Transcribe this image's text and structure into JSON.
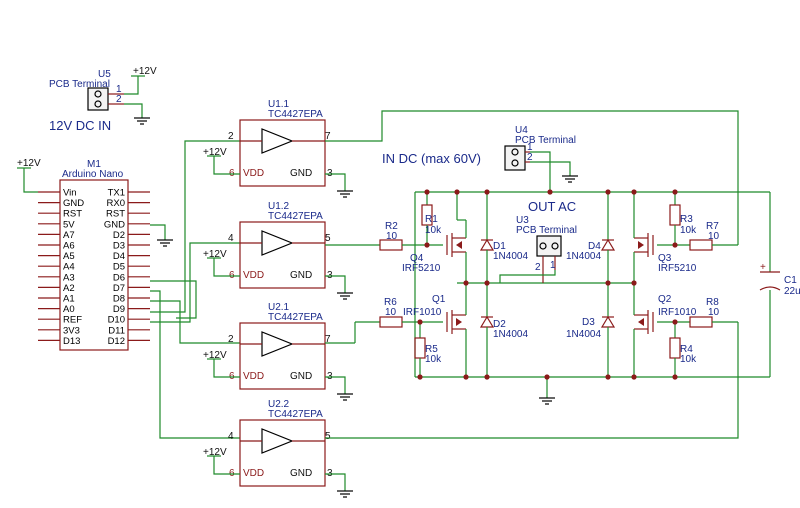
{
  "power": {
    "vcc": "+12V"
  },
  "m1": {
    "ref": "M1",
    "name": "Arduino Nano",
    "left_pins": [
      "Vin",
      "GND",
      "RST",
      "5V",
      "A7",
      "A6",
      "A5",
      "A4",
      "A3",
      "A2",
      "A1",
      "A0",
      "REF",
      "3V3",
      "D13"
    ],
    "right_pins": [
      "TX1",
      "RX0",
      "RST",
      "GND",
      "D2",
      "D3",
      "D4",
      "D5",
      "D6",
      "D7",
      "D8",
      "D9",
      "D10",
      "D11",
      "D12"
    ]
  },
  "u5": {
    "ref": "U5",
    "name": "PCB Terminal",
    "pin1": "1",
    "pin2": "2",
    "label": "12V DC IN"
  },
  "u4": {
    "ref": "U4",
    "name": "PCB Terminal",
    "pin1": "1",
    "pin2": "2",
    "label": "IN DC (max 60V)"
  },
  "u3": {
    "ref": "U3",
    "name": "PCB Terminal",
    "pin1": "1",
    "pin2": "2",
    "label": "OUT AC"
  },
  "drivers": [
    {
      "ref": "U1.1",
      "part": "TC4427EPA",
      "in_pin": "2",
      "out_pin": "7",
      "vdd_pin": "6",
      "gnd_pin": "3",
      "vdd": "VDD",
      "gnd": "GND"
    },
    {
      "ref": "U1.2",
      "part": "TC4427EPA",
      "in_pin": "4",
      "out_pin": "5",
      "vdd_pin": "6",
      "gnd_pin": "3",
      "vdd": "VDD",
      "gnd": "GND"
    },
    {
      "ref": "U2.1",
      "part": "TC4427EPA",
      "in_pin": "2",
      "out_pin": "7",
      "vdd_pin": "6",
      "gnd_pin": "3",
      "vdd": "VDD",
      "gnd": "GND"
    },
    {
      "ref": "U2.2",
      "part": "TC4427EPA",
      "in_pin": "4",
      "out_pin": "5",
      "vdd_pin": "6",
      "gnd_pin": "3",
      "vdd": "VDD",
      "gnd": "GND"
    }
  ],
  "resistors": {
    "r1": {
      "ref": "R1",
      "value": "10k"
    },
    "r2": {
      "ref": "R2",
      "value": "10"
    },
    "r3": {
      "ref": "R3",
      "value": "10k"
    },
    "r4": {
      "ref": "R4",
      "value": "10k"
    },
    "r5": {
      "ref": "R5",
      "value": "10k"
    },
    "r6": {
      "ref": "R6",
      "value": "10"
    },
    "r7": {
      "ref": "R7",
      "value": "10"
    },
    "r8": {
      "ref": "R8",
      "value": "10"
    }
  },
  "mosfets": {
    "q1": {
      "ref": "Q1",
      "part": "IRF1010"
    },
    "q2": {
      "ref": "Q2",
      "part": "IRF1010"
    },
    "q3": {
      "ref": "Q3",
      "part": "IRF5210"
    },
    "q4": {
      "ref": "Q4",
      "part": "IRF5210"
    }
  },
  "diodes": {
    "d1": {
      "ref": "D1",
      "part": "1N4004"
    },
    "d2": {
      "ref": "D2",
      "part": "1N4004"
    },
    "d3": {
      "ref": "D3",
      "part": "1N4004"
    },
    "d4": {
      "ref": "D4",
      "part": "1N4004"
    }
  },
  "c1": {
    "ref": "C1",
    "value": "22u",
    "polarity": "+"
  }
}
